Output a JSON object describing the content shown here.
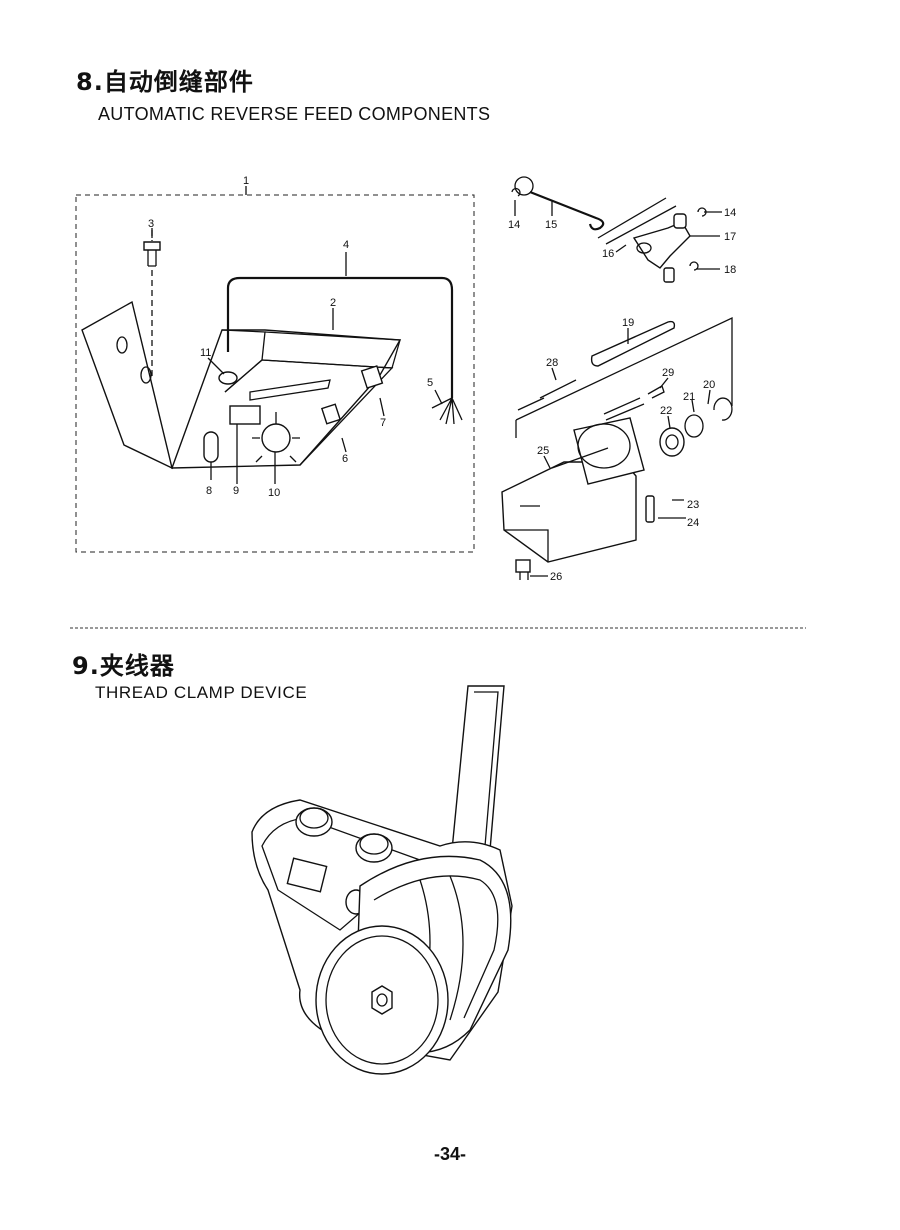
{
  "section8": {
    "title_cn": "8.自动倒缝部件",
    "title_en": "AUTOMATIC REVERSE FEED COMPONENTS",
    "part_labels": [
      "1",
      "2",
      "3",
      "4",
      "5",
      "6",
      "7",
      "8",
      "9",
      "10",
      "11",
      "14",
      "15",
      "16",
      "14",
      "17",
      "18",
      "19",
      "20",
      "21",
      "22",
      "23",
      "24",
      "25",
      "26",
      "28",
      "29"
    ]
  },
  "section9": {
    "title_cn": "9.夹线器",
    "title_en": "THREAD CLAMP DEVICE"
  },
  "page_number": "-34-"
}
